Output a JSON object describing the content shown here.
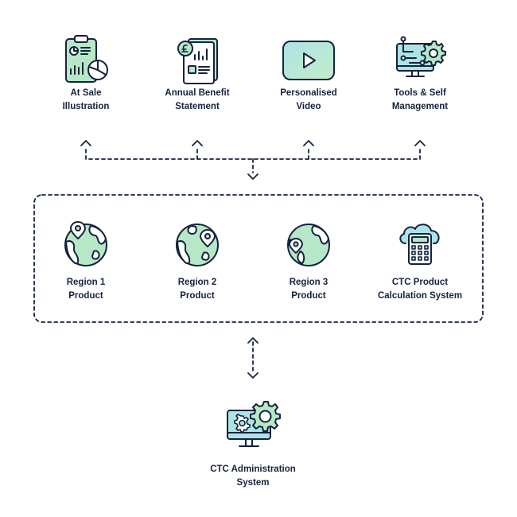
{
  "colors": {
    "ink": "#14233c",
    "mint": "#b6e8c8",
    "aqua": "#aee3e6",
    "white": "#ffffff"
  },
  "top_items": [
    {
      "icon": "report-chart-icon",
      "line1": "At Sale",
      "line2": "Illustration"
    },
    {
      "icon": "benefit-statement-icon",
      "line1": "Annual Benefit",
      "line2": "Statement"
    },
    {
      "icon": "play-video-icon",
      "line1": "Personalised",
      "line2": "Video"
    },
    {
      "icon": "monitor-gear-icon",
      "line1": "Tools & Self",
      "line2": "Management"
    }
  ],
  "products": [
    {
      "icon": "globe-pin-icon",
      "line1": "Region 1",
      "line2": "Product"
    },
    {
      "icon": "globe-pin-icon",
      "line1": "Region 2",
      "line2": "Product"
    },
    {
      "icon": "globe-pin-icon",
      "line1": "Region 3",
      "line2": "Product"
    },
    {
      "icon": "cloud-calculator-icon",
      "line1": "CTC Product",
      "line2": "Calculation System"
    }
  ],
  "admin": {
    "icon": "admin-monitor-gears-icon",
    "line1": "CTC Administration",
    "line2": "System"
  }
}
